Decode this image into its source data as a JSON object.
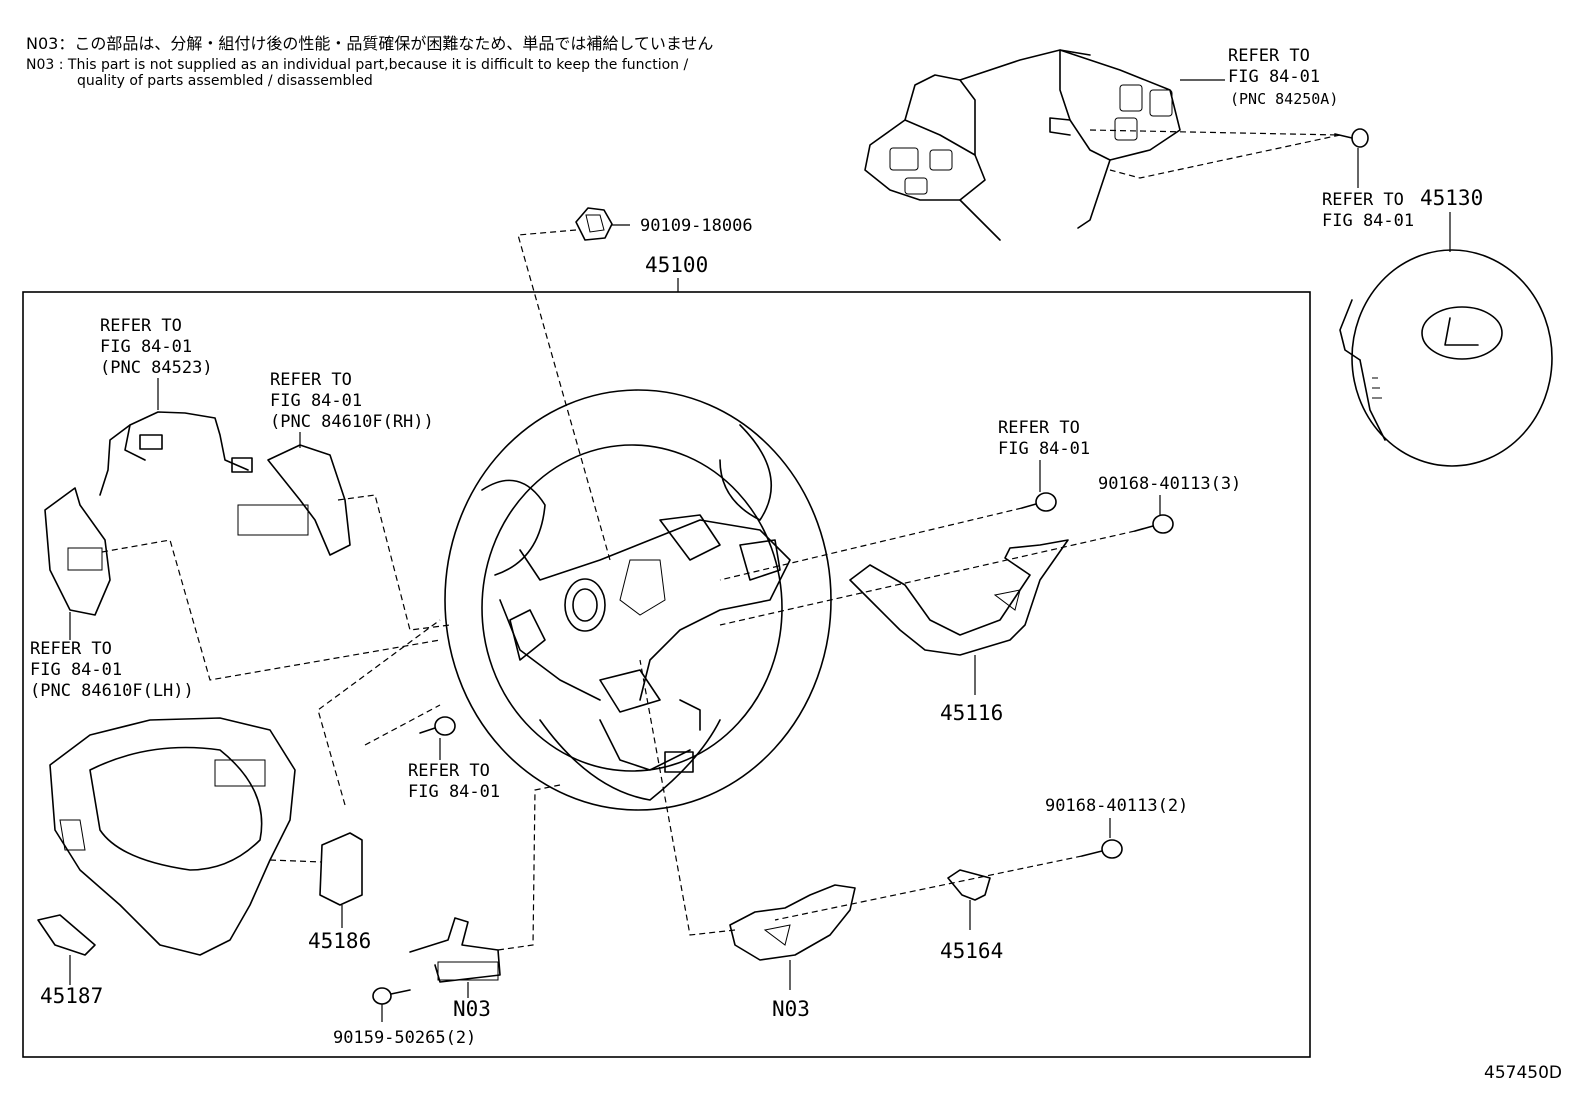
{
  "notes": {
    "jp": "N03：この部品は、分解・組付け後の性能・品質確保が困難なため、単品では補給していません",
    "en_line1": "N03 :  This part is not supplied as an individual part,because it is difficult to keep the function /",
    "en_line2": "quality of parts assembled / disassembled"
  },
  "labels": {
    "top_right_refer": [
      "REFER TO",
      "FIG 84-01",
      "(PNC 84250A)"
    ],
    "refer_45130": [
      "REFER TO",
      "FIG 84-01"
    ],
    "part_45130": "45130",
    "bolt_top": "90109-18006",
    "assembly": "45100",
    "left_refer_84523": [
      "REFER TO",
      "FIG 84-01",
      "(PNC 84523)"
    ],
    "refer_84610_rh": [
      "REFER TO",
      "FIG 84-01",
      "(PNC 84610F(RH))"
    ],
    "refer_84610_lh": [
      "REFER TO",
      "FIG 84-01",
      "(PNC 84610F(LH))"
    ],
    "right_refer": [
      "REFER TO",
      "FIG 84-01"
    ],
    "screw_3": "90168-40113(3)",
    "part_45116": "45116",
    "center_refer": [
      "REFER TO",
      "FIG 84-01"
    ],
    "screw_2": "90168-40113(2)",
    "part_45164": "45164",
    "part_45186": "45186",
    "part_45187": "45187",
    "n03_left": "N03",
    "n03_right": "N03",
    "bolt_bottom": "90159-50265(2)",
    "figure_id": "457450D"
  }
}
